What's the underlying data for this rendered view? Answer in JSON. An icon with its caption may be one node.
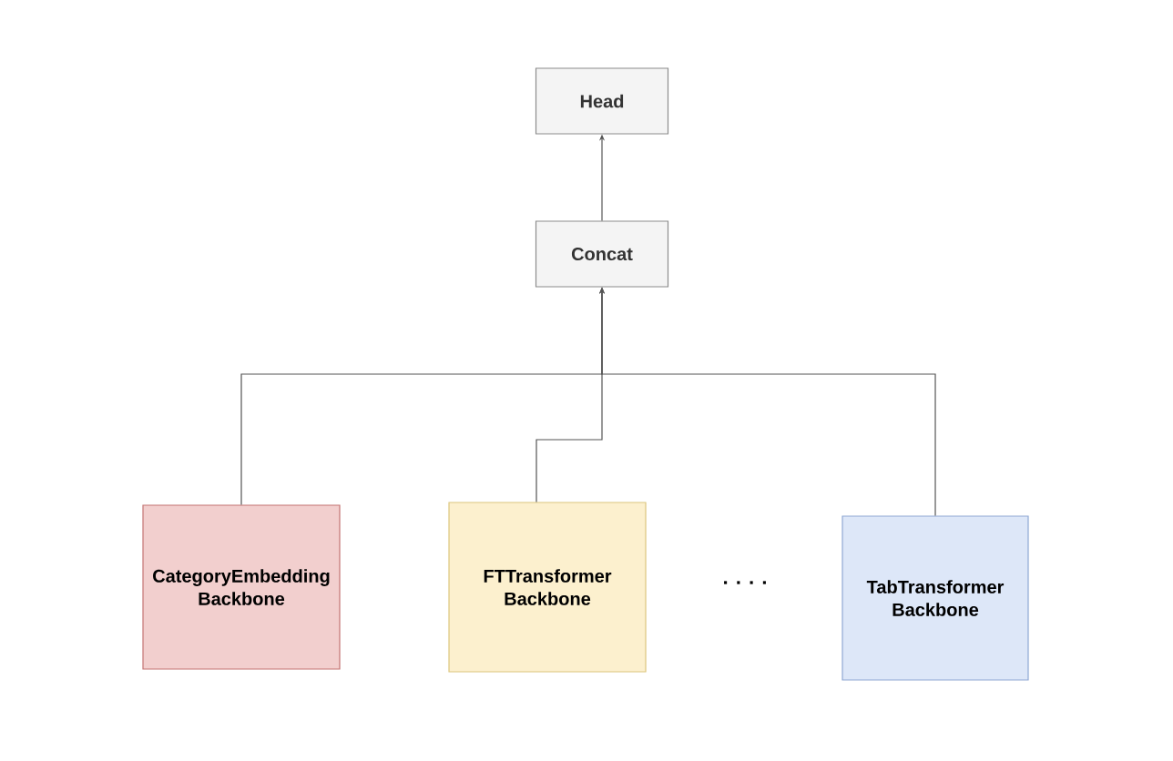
{
  "diagram": {
    "nodes": [
      {
        "text": [
          "Head"
        ]
      },
      {
        "text": [
          "Concat"
        ]
      },
      {
        "text": [
          "CategoryEmbedding Backbone"
        ]
      },
      {
        "text": [
          "FTTransformer Backbone"
        ]
      },
      {
        "text": [
          "TabTransformer Backbone"
        ]
      }
    ],
    "edges": [
      {
        "from": 1,
        "to": 0,
        "arrow": "to"
      },
      {
        "from": 2,
        "to": 1,
        "arrow": "to"
      },
      {
        "from": 3,
        "to": 1,
        "arrow": "to"
      },
      {
        "from": 4,
        "to": 1,
        "arrow": "to"
      }
    ],
    "labels": [
      ". . . ."
    ]
  }
}
